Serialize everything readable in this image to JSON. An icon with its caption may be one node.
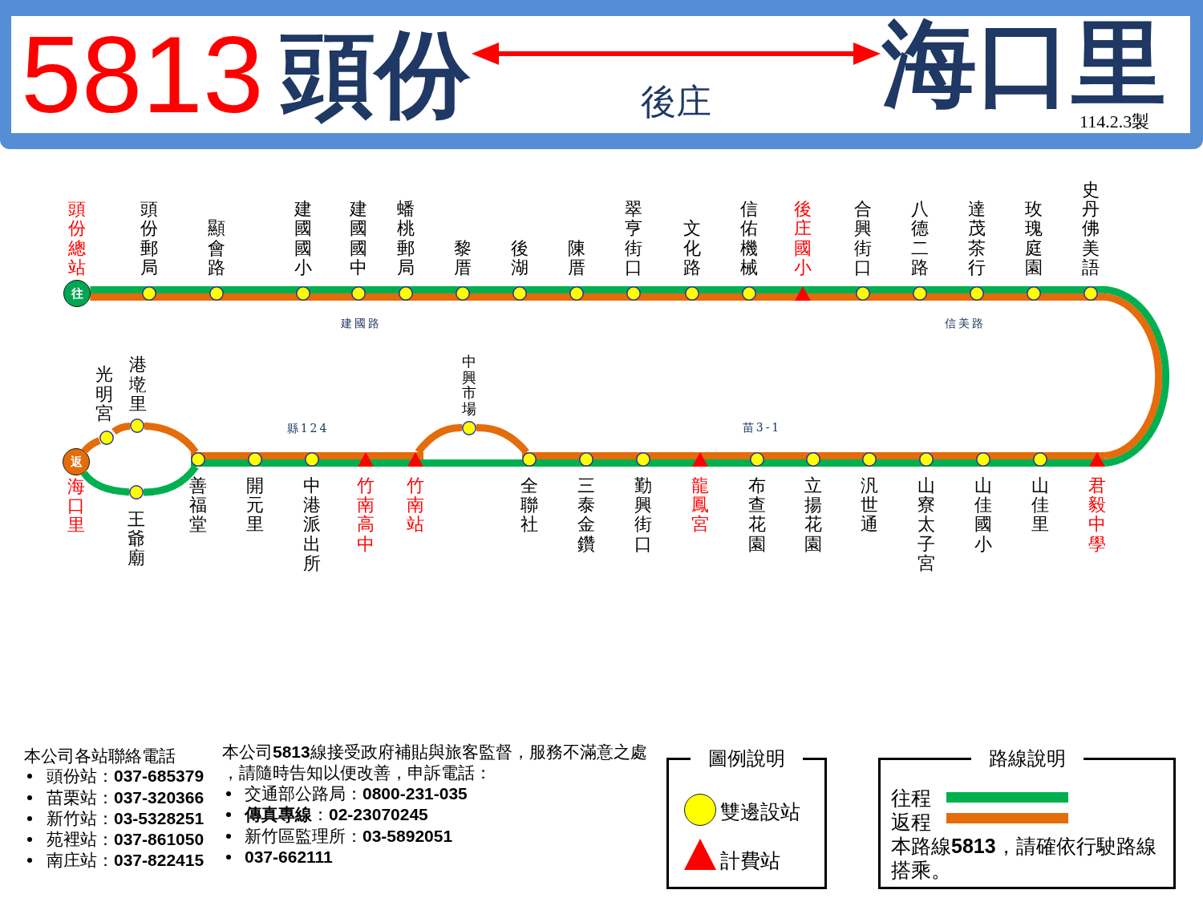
{
  "diagram": {
    "title": "5813",
    "nodes": [
      {
        "text": [
          "頭份"
        ]
      },
      {
        "text": [
          "海口里"
        ]
      },
      {
        "text": [
          "往"
        ],
        "beside": [
          "頭份總站"
        ]
      },
      {
        "text": [],
        "shape": "circle",
        "beside": [
          "頭份郵局"
        ]
      },
      {
        "text": [],
        "shape": "circle",
        "beside": [
          "顯會路"
        ]
      },
      {
        "text": [],
        "shape": "circle",
        "beside": [
          "建國國小"
        ]
      },
      {
        "text": [],
        "shape": "circle",
        "beside": [
          "建國國中"
        ]
      },
      {
        "text": [],
        "shape": "circle",
        "beside": [
          "蟠桃郵局"
        ]
      },
      {
        "text": [],
        "shape": "circle",
        "beside": [
          "黎厝"
        ]
      },
      {
        "text": [],
        "shape": "circle",
        "beside": [
          "後湖"
        ]
      },
      {
        "text": [],
        "shape": "circle",
        "beside": [
          "陳厝"
        ]
      },
      {
        "text": [],
        "shape": "circle",
        "beside": [
          "翠亨街口"
        ]
      },
      {
        "text": [],
        "shape": "circle",
        "beside": [
          "文化路"
        ]
      },
      {
        "text": [],
        "shape": "circle",
        "beside": [
          "信佑機械"
        ]
      },
      {
        "text": [],
        "shape": "triangle",
        "beside": [
          "後庄國小"
        ]
      },
      {
        "text": [],
        "shape": "circle",
        "beside": [
          "合興街口"
        ]
      },
      {
        "text": [],
        "shape": "circle",
        "beside": [
          "八德二路"
        ]
      },
      {
        "text": [],
        "shape": "circle",
        "beside": [
          "達茂茶行"
        ]
      },
      {
        "text": [],
        "shape": "circle",
        "beside": [
          "玫瑰庭園"
        ]
      },
      {
        "text": [],
        "shape": "circle",
        "beside": [
          "史丹佛美語"
        ]
      },
      {
        "text": [
          "返"
        ],
        "beside": [
          "海口里"
        ]
      },
      {
        "text": [],
        "shape": "circle",
        "beside": [
          "光明宮"
        ]
      },
      {
        "text": [],
        "shape": "circle",
        "beside": [
          "港墘里"
        ]
      },
      {
        "text": [],
        "shape": "circle",
        "beside": [
          "王爺廟"
        ]
      },
      {
        "text": [],
        "shape": "circle",
        "beside": [
          "善福堂"
        ]
      },
      {
        "text": [],
        "shape": "circle",
        "beside": [
          "開元里"
        ]
      },
      {
        "text": [],
        "shape": "circle",
        "beside": [
          "中港派出所"
        ]
      },
      {
        "text": [],
        "shape": "triangle",
        "beside": [
          "竹南高中"
        ]
      },
      {
        "text": [],
        "shape": "triangle",
        "beside": [
          "竹南站"
        ]
      },
      {
        "text": [],
        "shape": "circle",
        "beside": [
          "中興市場"
        ]
      },
      {
        "text": [],
        "shape": "circle",
        "beside": [
          "全聯社"
        ]
      },
      {
        "text": [],
        "shape": "circle",
        "beside": [
          "三泰金鑽"
        ]
      },
      {
        "text": [],
        "shape": "circle",
        "beside": [
          "勤興街口"
        ]
      },
      {
        "text": [],
        "shape": "triangle",
        "beside": [
          "龍鳳宮"
        ]
      },
      {
        "text": [],
        "shape": "circle",
        "beside": [
          "布查花園"
        ]
      },
      {
        "text": [],
        "shape": "circle",
        "beside": [
          "立揚花園"
        ]
      },
      {
        "text": [],
        "shape": "circle",
        "beside": [
          "汎世通"
        ]
      },
      {
        "text": [],
        "shape": "circle",
        "beside": [
          "山寮太子宮"
        ]
      },
      {
        "text": [],
        "shape": "circle",
        "beside": [
          "山佳國小"
        ]
      },
      {
        "text": [],
        "shape": "circle",
        "beside": [
          "山佳里"
        ]
      },
      {
        "text": [],
        "shape": "triangle",
        "beside": [
          "君毅中學"
        ]
      }
    ],
    "edges": [
      {
        "from": 0,
        "to": 1,
        "arrow": "both",
        "label": "後庄",
        "color": "#ff0000"
      },
      {
        "from": 2,
        "to": 3,
        "arrow": "none",
        "color": "#00b050"
      },
      {
        "from": 3,
        "to": 4,
        "arrow": "none",
        "color": "#00b050"
      },
      {
        "from": 4,
        "to": 5,
        "arrow": "none",
        "color": "#00b050"
      },
      {
        "from": 5,
        "to": 6,
        "arrow": "none",
        "color": "#00b050"
      },
      {
        "from": 6,
        "to": 7,
        "arrow": "none",
        "color": "#00b050"
      },
      {
        "from": 7,
        "to": 8,
        "arrow": "none",
        "color": "#00b050"
      },
      {
        "from": 8,
        "to": 9,
        "arrow": "none",
        "color": "#00b050"
      },
      {
        "from": 9,
        "to": 10,
        "arrow": "none",
        "color": "#00b050"
      },
      {
        "from": 10,
        "to": 11,
        "arrow": "none",
        "color": "#00b050"
      },
      {
        "from": 11,
        "to": 12,
        "arrow": "none",
        "color": "#00b050"
      },
      {
        "from": 12,
        "to": 13,
        "arrow": "none",
        "color": "#00b050"
      },
      {
        "from": 13,
        "to": 14,
        "arrow": "none",
        "color": "#00b050"
      },
      {
        "from": 14,
        "to": 15,
        "arrow": "none",
        "color": "#00b050"
      },
      {
        "from": 15,
        "to": 16,
        "arrow": "none",
        "color": "#00b050"
      },
      {
        "from": 16,
        "to": 17,
        "arrow": "none",
        "color": "#00b050"
      },
      {
        "from": 17,
        "to": 18,
        "arrow": "none",
        "color": "#00b050"
      },
      {
        "from": 18,
        "to": 19,
        "arrow": "none",
        "color": "#00b050"
      },
      {
        "from": 19,
        "to": 40,
        "arrow": "none",
        "color": "#00b050"
      },
      {
        "from": 40,
        "to": 39,
        "arrow": "none",
        "color": "#00b050"
      },
      {
        "from": 39,
        "to": 38,
        "arrow": "none",
        "color": "#00b050"
      },
      {
        "from": 38,
        "to": 37,
        "arrow": "none",
        "color": "#00b050"
      },
      {
        "from": 37,
        "to": 36,
        "arrow": "none",
        "color": "#00b050"
      },
      {
        "from": 36,
        "to": 35,
        "arrow": "none",
        "color": "#00b050"
      },
      {
        "from": 35,
        "to": 34,
        "arrow": "none",
        "color": "#00b050"
      },
      {
        "from": 34,
        "to": 33,
        "arrow": "none",
        "color": "#00b050"
      },
      {
        "from": 33,
        "to": 32,
        "arrow": "none",
        "color": "#00b050"
      },
      {
        "from": 32,
        "to": 31,
        "arrow": "none",
        "color": "#00b050"
      },
      {
        "from": 31,
        "to": 30,
        "arrow": "none",
        "color": "#00b050"
      },
      {
        "from": 30,
        "to": 28,
        "arrow": "none",
        "color": "#00b050"
      },
      {
        "from": 28,
        "to": 27,
        "arrow": "none",
        "color": "#00b050"
      },
      {
        "from": 27,
        "to": 26,
        "arrow": "none",
        "color": "#00b050"
      },
      {
        "from": 26,
        "to": 25,
        "arrow": "none",
        "color": "#00b050"
      },
      {
        "from": 25,
        "to": 24,
        "arrow": "none",
        "color": "#00b050"
      },
      {
        "from": 24,
        "to": 23,
        "arrow": "none",
        "color": "#00b050"
      },
      {
        "from": 23,
        "to": 20,
        "arrow": "none",
        "color": "#00b050"
      },
      {
        "from": 20,
        "to": 21,
        "arrow": "none"
      },
      {
        "from": 21,
        "to": 22,
        "arrow": "none"
      },
      {
        "from": 22,
        "to": 24,
        "arrow": "none"
      },
      {
        "from": 24,
        "to": 25,
        "arrow": "none"
      },
      {
        "from": 25,
        "to": 26,
        "arrow": "none"
      },
      {
        "from": 26,
        "to": 27,
        "arrow": "none"
      },
      {
        "from": 27,
        "to": 28,
        "arrow": "none"
      },
      {
        "from": 28,
        "to": 29,
        "arrow": "none"
      },
      {
        "from": 29,
        "to": 30,
        "arrow": "none"
      },
      {
        "from": 30,
        "to": 31,
        "arrow": "none"
      },
      {
        "from": 31,
        "to": 32,
        "arrow": "none"
      },
      {
        "from": 32,
        "to": 33,
        "arrow": "none"
      },
      {
        "from": 33,
        "to": 34,
        "arrow": "none"
      },
      {
        "from": 34,
        "to": 35,
        "arrow": "none"
      },
      {
        "from": 35,
        "to": 36,
        "arrow": "none"
      },
      {
        "from": 36,
        "to": 37,
        "arrow": "none"
      },
      {
        "from": 37,
        "to": 38,
        "arrow": "none"
      },
      {
        "from": 38,
        "to": 39,
        "arrow": "none"
      },
      {
        "from": 39,
        "to": 40,
        "arrow": "none"
      },
      {
        "from": 40,
        "to": 19,
        "arrow": "none"
      },
      {
        "from": 19,
        "to": 18,
        "arrow": "none"
      },
      {
        "from": 18,
        "to": 17,
        "arrow": "none"
      },
      {
        "from": 17,
        "to": 16,
        "arrow": "none"
      },
      {
        "from": 16,
        "to": 15,
        "arrow": "none"
      },
      {
        "from": 15,
        "to": 14,
        "arrow": "none"
      },
      {
        "from": 14,
        "to": 13,
        "arrow": "none"
      },
      {
        "from": 13,
        "to": 12,
        "arrow": "none"
      },
      {
        "from": 12,
        "to": 11,
        "arrow": "none"
      },
      {
        "from": 11,
        "to": 10,
        "arrow": "none"
      },
      {
        "from": 10,
        "to": 9,
        "arrow": "none"
      },
      {
        "from": 9,
        "to": 8,
        "arrow": "none"
      },
      {
        "from": 8,
        "to": 7,
        "arrow": "none"
      },
      {
        "from": 7,
        "to": 6,
        "arrow": "none"
      },
      {
        "from": 6,
        "to": 5,
        "arrow": "none"
      },
      {
        "from": 5,
        "to": 4,
        "arrow": "none"
      },
      {
        "from": 4,
        "to": 3,
        "arrow": "none"
      },
      {
        "from": 3,
        "to": 2,
        "arrow": "none"
      }
    ],
    "labels": [
      "114.2.3製",
      "建國路",
      "信美路",
      "縣124",
      "苗3-1",
      "本公司各站聯絡電話",
      "頭份站：**037-685379**",
      "苗栗站：**037-320366**",
      "新竹站：**03-5328251**",
      "苑裡站：**037-861050**",
      "南庄站：**037-822415**",
      "本公司**5813**線接受政府補貼與旅客監督，服務不滿意之處，請隨時告知以便改善，申訴電話：",
      "交通部公路局：**0800-231-035**",
      "**傳真專線**：**02-23070245**",
      "新竹區監理所：**03-5892051**",
      "037-662111",
      "圖例說明",
      "路線說明",
      "本路線**5813**，請確依行駛路線搭乘。"
    ],
    "legend": [
      {
        "text": "雙邊設站"
      },
      {
        "text": "計費站"
      },
      {
        "text": "往程",
        "color": "#00b050"
      },
      {
        "text": "返程",
        "color": "#e46c0a"
      }
    ]
  }
}
